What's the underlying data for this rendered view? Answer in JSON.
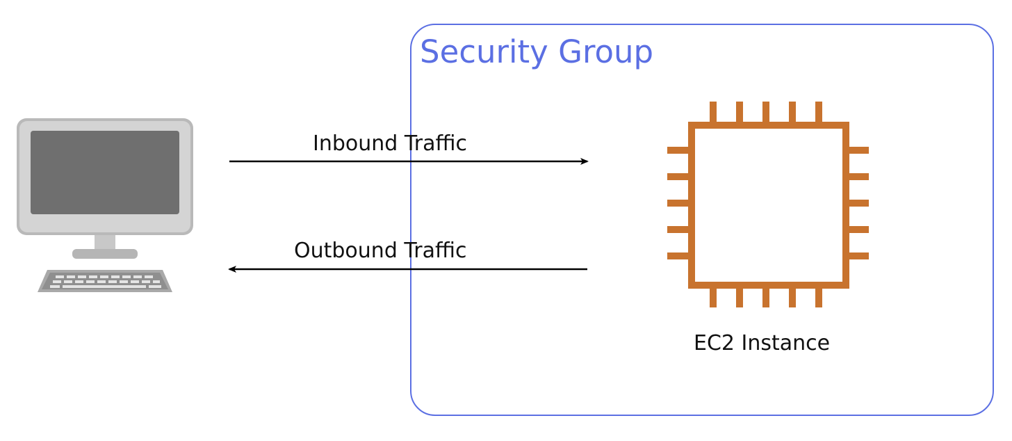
{
  "security_group": {
    "title": "Security Group",
    "border_color": "#5b6fe3"
  },
  "client": {
    "icon": "desktop-computer-icon"
  },
  "flows": {
    "inbound_label": "Inbound Traffic",
    "outbound_label": "Outbound Traffic"
  },
  "instance": {
    "icon": "ec2-chip-icon",
    "label": "EC2 Instance",
    "color": "#c8732e"
  }
}
